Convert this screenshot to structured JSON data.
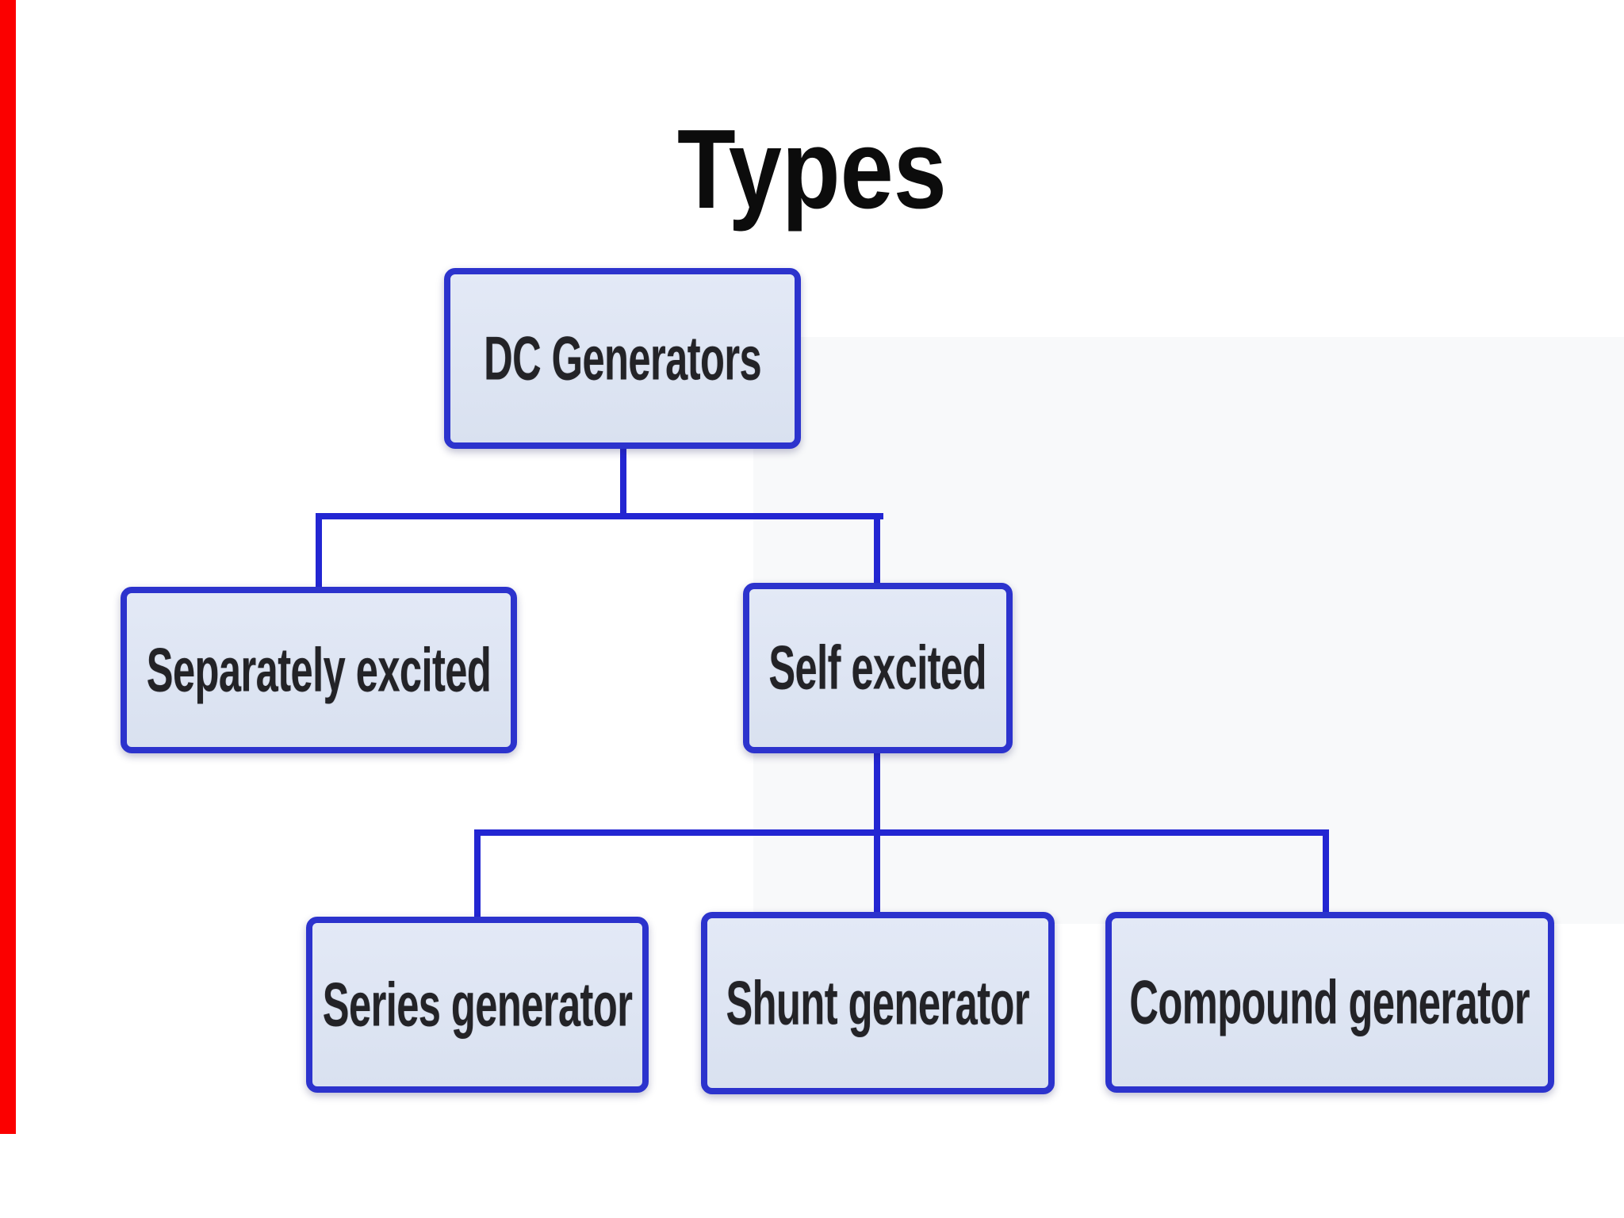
{
  "slide": {
    "title": "Types"
  },
  "diagram": {
    "root": {
      "label": "DC Generators",
      "children": [
        {
          "label": "Separately excited",
          "children": []
        },
        {
          "label": "Self excited",
          "children": [
            {
              "label": "Series generator"
            },
            {
              "label": "Shunt generator"
            },
            {
              "label": "Compound generator"
            }
          ]
        }
      ]
    }
  },
  "colors": {
    "background": "#ffffff",
    "box_fill": "#dde4f2",
    "box_border": "#2c33cd",
    "connector": "#2326d2",
    "box_text": "#232327",
    "title_text": "#0c0c0c",
    "red_bar": "#fb0000"
  }
}
